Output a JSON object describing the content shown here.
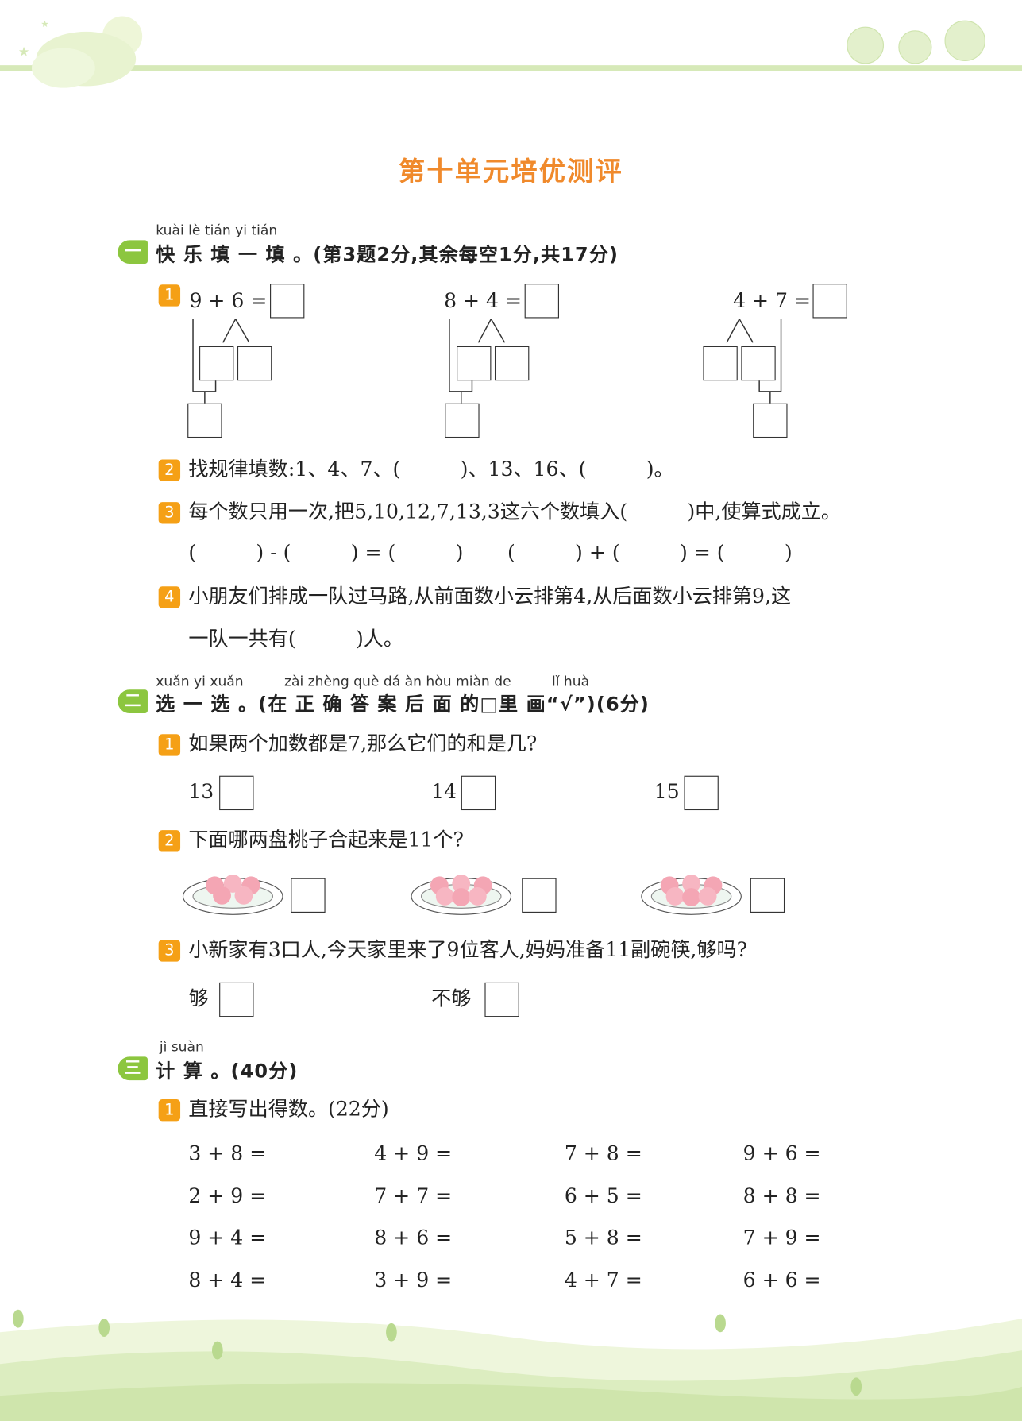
{
  "title": "第十单元培优测评",
  "colors": {
    "accent_orange": "#f08a2c",
    "section_green": "#8cc63f",
    "badge_orange": "#f5a016"
  },
  "section1": {
    "badge": "一",
    "pinyin": "kuài lè tián yi tián",
    "heading": "快 乐 填 一 填 。(第3题2分,其余每空1分,共17分)",
    "q1": {
      "num": "1",
      "eqs": [
        "9 + 6 =",
        "8 + 4 =",
        "4 + 7 ="
      ]
    },
    "q2": {
      "num": "2",
      "text": "找规律填数:1、4、7、(　　　)、13、16、(　　　)。"
    },
    "q3": {
      "num": "3",
      "text": "每个数只用一次,把5,10,12,7,13,3这六个数填入(　　　)中,使算式成立。",
      "line2a": "(　　　) - (　　　) = (　　　)",
      "line2b": "(　　　) + (　　　) = (　　　)"
    },
    "q4": {
      "num": "4",
      "text": "小朋友们排成一队过马路,从前面数小云排第4,从后面数小云排第9,这",
      "text2": "一队一共有(　　　)人。"
    }
  },
  "section2": {
    "badge": "二",
    "pinyin": "xuǎn yi xuǎn　　　zài zhèng què dá àn hòu miàn de　　　lǐ  huà",
    "heading": "选 一 选 。(在  正  确 答 案 后  面  的□里 画“√”)(6分)",
    "q1": {
      "num": "1",
      "text": "如果两个加数都是7,那么它们的和是几?",
      "options": [
        "13",
        "14",
        "15"
      ]
    },
    "q2": {
      "num": "2",
      "text": "下面哪两盘桃子合起来是11个?",
      "plates": [
        5,
        6,
        6
      ]
    },
    "q3": {
      "num": "3",
      "text": "小新家有3口人,今天家里来了9位客人,妈妈准备11副碗筷,够吗?",
      "options": [
        "够",
        "不够"
      ]
    }
  },
  "section3": {
    "badge": "三",
    "pinyin": "jì  suàn",
    "heading": "计 算 。(40分)",
    "q1": {
      "num": "1",
      "text": "直接写出得数。(22分)",
      "rows": [
        [
          "3 + 8 =",
          "4 + 9 =",
          "7 + 8 =",
          "9 + 6 ="
        ],
        [
          "2 + 9 =",
          "7 + 7 =",
          "6 + 5 =",
          "8 + 8 ="
        ],
        [
          "9 + 4 =",
          "8 + 6 =",
          "5 + 8 =",
          "7 + 9 ="
        ],
        [
          "8 + 4 =",
          "3 + 9 =",
          "4 + 7 =",
          "6 + 6 ="
        ]
      ]
    }
  }
}
